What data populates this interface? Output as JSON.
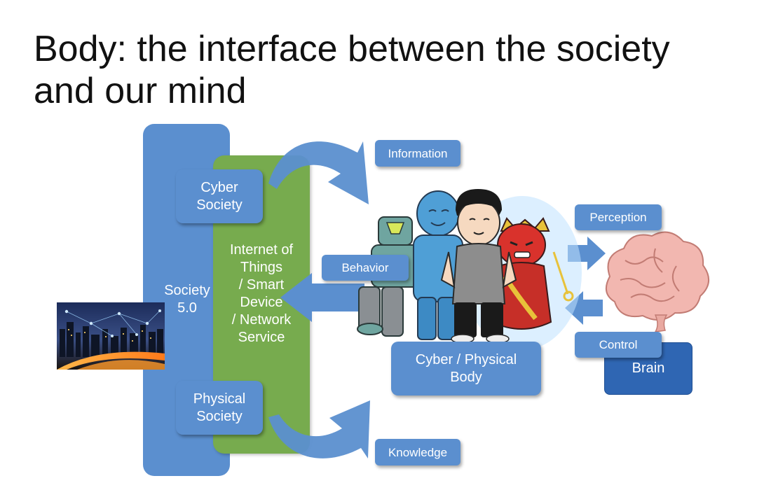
{
  "title": {
    "line1": "Body: the interface between the society",
    "line2": "and our mind"
  },
  "society": {
    "line1": "Society",
    "line2": "5.0"
  },
  "cyber_society": {
    "line1": "Cyber",
    "line2": "Society"
  },
  "physical_society": {
    "line1": "Physical",
    "line2": "Society"
  },
  "iot": {
    "lines": [
      "Internet of",
      "Things",
      "/ Smart",
      "Device",
      "/ Network",
      "Service"
    ]
  },
  "tags": {
    "information": "Information",
    "behavior": "Behavior",
    "knowledge": "Knowledge",
    "perception": "Perception",
    "control": "Control"
  },
  "body": {
    "line1": "Cyber / Physical",
    "line2": "Body"
  },
  "brain": "Brain",
  "colors": {
    "blue_box": "#5b8fcf",
    "green_box": "#77ab4e",
    "brain_box": "#2f66b3",
    "arrow": "#5b8fcf"
  },
  "icons": [
    "city-night-photo",
    "robot-illustration",
    "blue-humanoid-illustration",
    "boy-illustration",
    "red-mask-illustration",
    "brain-illustration"
  ]
}
